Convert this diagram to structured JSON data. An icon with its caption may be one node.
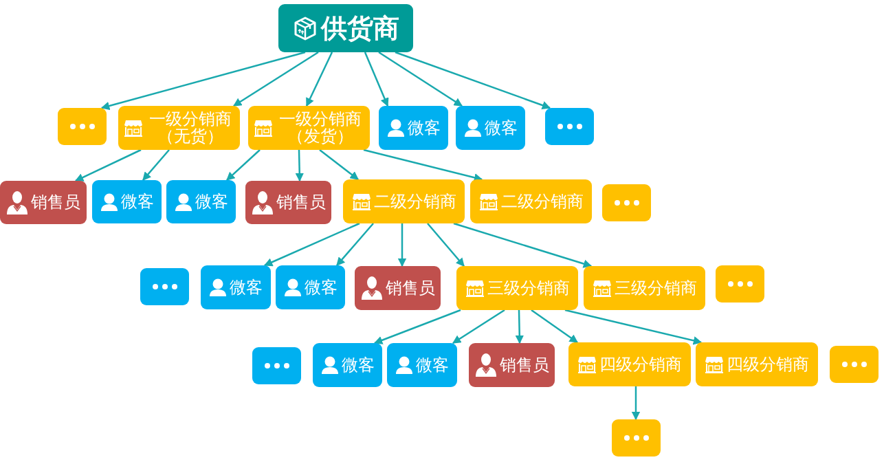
{
  "diagram": {
    "nodes": [
      {
        "text": [
          "供货商"
        ]
      },
      {
        "text": [],
        "shape": "box"
      },
      {
        "text": [
          "一级分销商（无货）"
        ]
      },
      {
        "text": [
          "一级分销商（发货）"
        ]
      },
      {
        "text": [
          "微客"
        ]
      },
      {
        "text": [
          "微客"
        ]
      },
      {
        "text": [],
        "shape": "box"
      },
      {
        "text": [
          "销售员"
        ]
      },
      {
        "text": [
          "微客"
        ]
      },
      {
        "text": [
          "微客"
        ]
      },
      {
        "text": [
          "销售员"
        ]
      },
      {
        "text": [
          "二级分销商"
        ]
      },
      {
        "text": [
          "二级分销商"
        ]
      },
      {
        "text": [],
        "shape": "box"
      },
      {
        "text": [],
        "shape": "box"
      },
      {
        "text": [
          "微客"
        ]
      },
      {
        "text": [
          "微客"
        ]
      },
      {
        "text": [
          "销售员"
        ]
      },
      {
        "text": [
          "三级分销商"
        ]
      },
      {
        "text": [
          "三级分销商"
        ]
      },
      {
        "text": [],
        "shape": "box"
      },
      {
        "text": [],
        "shape": "box"
      },
      {
        "text": [
          "微客"
        ]
      },
      {
        "text": [
          "微客"
        ]
      },
      {
        "text": [
          "销售员"
        ]
      },
      {
        "text": [
          "四级分销商"
        ]
      },
      {
        "text": [
          "四级分销商"
        ]
      },
      {
        "text": [],
        "shape": "box"
      },
      {
        "text": [],
        "shape": "box"
      }
    ],
    "edges": [
      {
        "from": 0,
        "to": 1,
        "arrow": "to"
      },
      {
        "from": 0,
        "to": 2,
        "arrow": "to"
      },
      {
        "from": 0,
        "to": 3,
        "arrow": "to"
      },
      {
        "from": 0,
        "to": 4,
        "arrow": "to"
      },
      {
        "from": 0,
        "to": 5,
        "arrow": "to"
      },
      {
        "from": 0,
        "to": 6,
        "arrow": "to"
      },
      {
        "from": 2,
        "to": 7,
        "arrow": "to"
      },
      {
        "from": 2,
        "to": 8,
        "arrow": "to"
      },
      {
        "from": 3,
        "to": 9,
        "arrow": "to"
      },
      {
        "from": 3,
        "to": 10,
        "arrow": "to"
      },
      {
        "from": 3,
        "to": 11,
        "arrow": "to"
      },
      {
        "from": 3,
        "to": 12,
        "arrow": "to"
      },
      {
        "from": 11,
        "to": 15,
        "arrow": "to"
      },
      {
        "from": 11,
        "to": 16,
        "arrow": "to"
      },
      {
        "from": 11,
        "to": 17,
        "arrow": "to"
      },
      {
        "from": 11,
        "to": 18,
        "arrow": "to"
      },
      {
        "from": 11,
        "to": 19,
        "arrow": "to"
      },
      {
        "from": 18,
        "to": 22,
        "arrow": "to"
      },
      {
        "from": 18,
        "to": 23,
        "arrow": "to"
      },
      {
        "from": 18,
        "to": 24,
        "arrow": "to"
      },
      {
        "from": 18,
        "to": 25,
        "arrow": "to"
      },
      {
        "from": 18,
        "to": 26,
        "arrow": "to"
      },
      {
        "from": 25,
        "to": 28,
        "arrow": "to"
      }
    ]
  }
}
